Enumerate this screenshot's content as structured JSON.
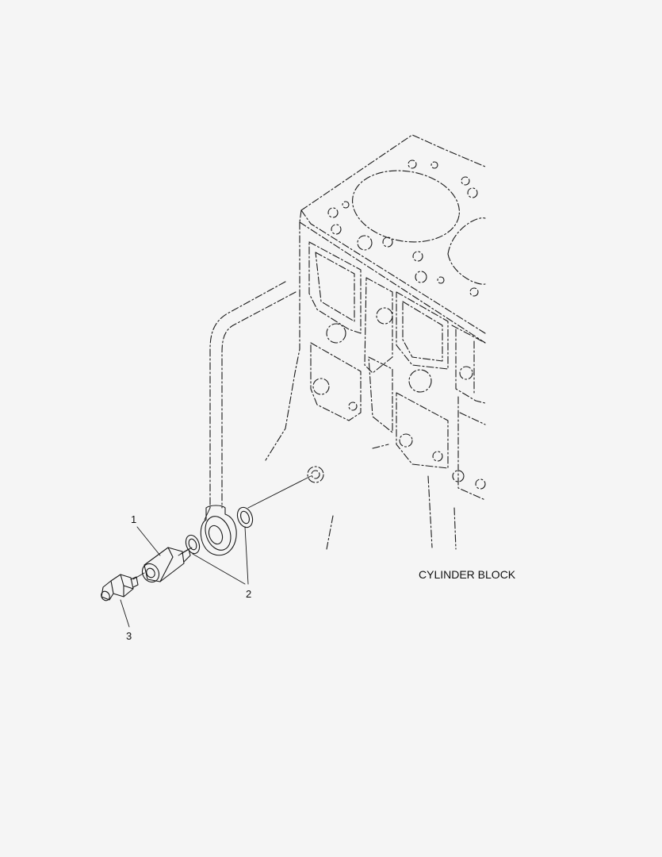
{
  "callouts": {
    "item_1": "1",
    "item_2": "2",
    "item_3": "3"
  },
  "reference_label": "CYLINDER BLOCK",
  "colors": {
    "background": "#f5f5f5",
    "line": "#1a1a1a"
  }
}
